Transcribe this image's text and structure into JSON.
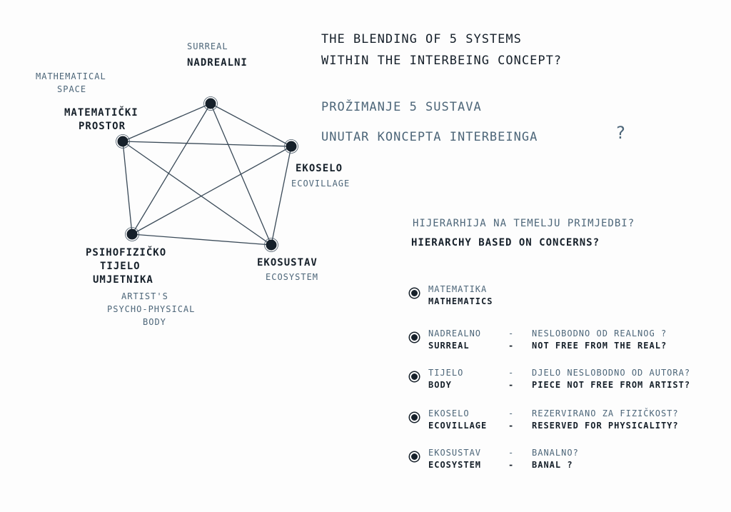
{
  "title": {
    "en_line1": "The blending of 5 systems",
    "en_line2": "within the interbeing concept?",
    "hr_line1": "Prožimanje 5 sustava",
    "hr_line2": "unutar koncepta interbeinga",
    "hr_qmark": "?"
  },
  "nodes": [
    {
      "id": "nadrealni",
      "label": "Nadrealni",
      "sublabel": "Surreal"
    },
    {
      "id": "matematicki",
      "label_line1": "Matematički",
      "label_line2": "prostor",
      "sublabel_line1": "Mathematical",
      "sublabel_line2": "space"
    },
    {
      "id": "ekoselo",
      "label": "Ekoselo",
      "sublabel": "Ecovillage"
    },
    {
      "id": "tijelo",
      "label_line1": "Psihofizičko",
      "label_line2": "tijelo",
      "label_line3": "umjetnika",
      "sublabel_line1": "Artist's",
      "sublabel_line2": "psycho-physical",
      "sublabel_line3": "body"
    },
    {
      "id": "ekosustav",
      "label": "Ekosustav",
      "sublabel": "Ecosystem"
    }
  ],
  "hierarchy": {
    "heading_hr": "Hijerarhija na temelju primjedbi?",
    "heading_en": "Hierarchy based on concerns?",
    "items": [
      {
        "hr": "Matematika",
        "en": "Mathematics",
        "hr_note": "",
        "en_note": ""
      },
      {
        "hr": "Nadrealno",
        "en": "Surreal",
        "dash": "-",
        "hr_note": "Neslobodno od realnog ?",
        "en_note": "Not free from the real?"
      },
      {
        "hr": "Tijelo",
        "en": "Body",
        "dash": "-",
        "hr_note": "Djelo neslobodno od autora?",
        "en_note": "Piece not free from artist?"
      },
      {
        "hr": "Ekoselo",
        "en": "Ecovillage",
        "dash": "-",
        "hr_note": "Rezervirano za fizičkost?",
        "en_note": "Reserved for physicality?"
      },
      {
        "hr": "Ekosustav",
        "en": "Ecosystem",
        "dash": "-",
        "hr_note": "Banalno?",
        "en_note": "Banal ?"
      }
    ]
  },
  "colors": {
    "ink_dark": "#16202a",
    "ink_light": "#4d6679"
  }
}
